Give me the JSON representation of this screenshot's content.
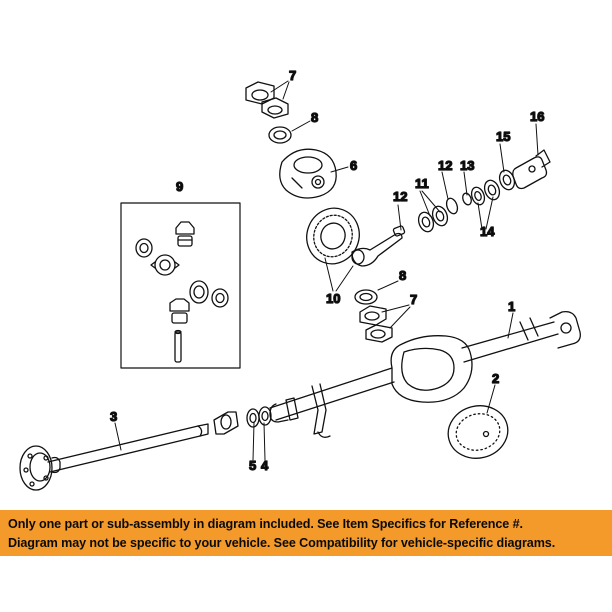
{
  "diagram": {
    "callouts": [
      "7",
      "8",
      "6",
      "9",
      "12",
      "13",
      "11",
      "15",
      "16",
      "12",
      "14",
      "10",
      "8",
      "7",
      "1",
      "2",
      "3",
      "5",
      "4"
    ]
  },
  "banner": {
    "line1": "Only one part or sub-assembly in diagram included. See Item Specifics for Reference #.",
    "line2": "Diagram may not be specific to your vehicle. See Compatibility for vehicle-specific diagrams.",
    "background_color": "#f39a2b"
  }
}
